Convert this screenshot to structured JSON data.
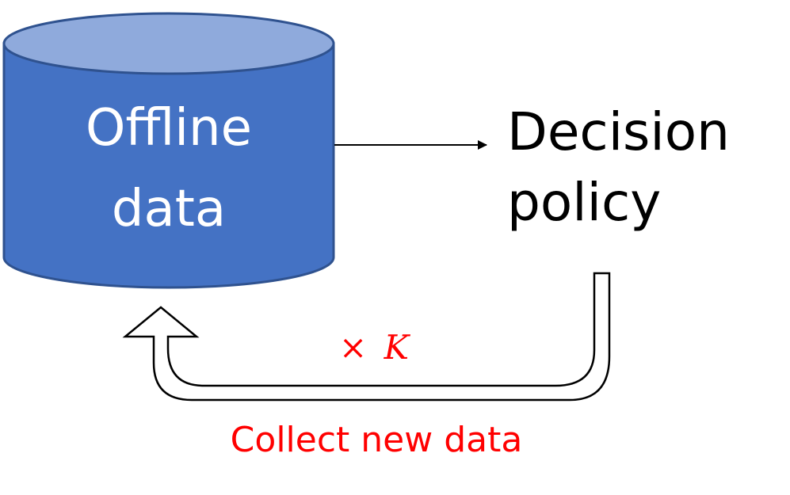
{
  "database": {
    "line1": "Offline",
    "line2": "data",
    "body_color": "#4472c4",
    "top_color": "#8faadc",
    "outline_color": "#2f528f"
  },
  "policy": {
    "line1": "Decision",
    "line2": "policy"
  },
  "loop": {
    "multiplier_symbol": "×",
    "multiplier_var": "K",
    "caption": "Collect new data",
    "text_color": "#ff0000"
  }
}
